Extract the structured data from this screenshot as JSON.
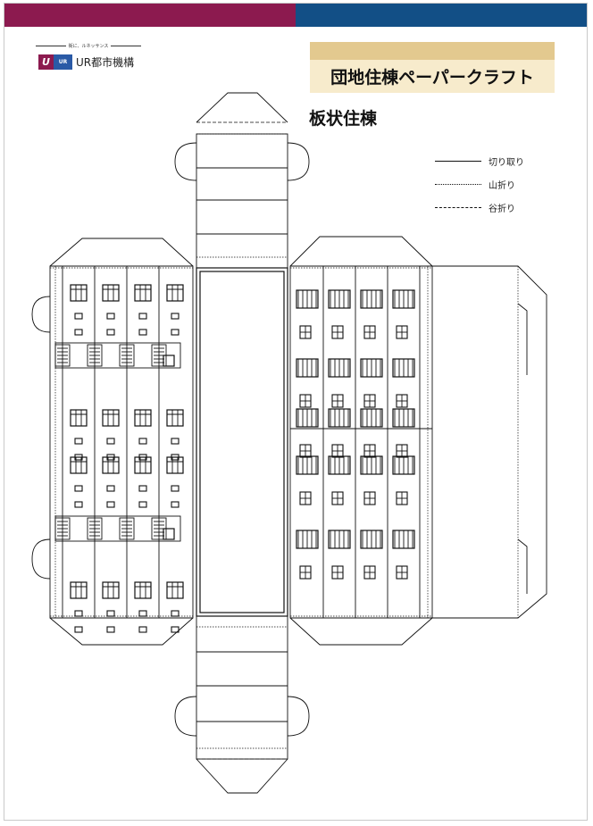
{
  "header": {
    "band_colors": {
      "left": "#8c1a4f",
      "right": "#124f86"
    },
    "tagline": "街に、ルネッサンス",
    "logo": {
      "mark_left_glyph": "U",
      "mark_right_text": "UR",
      "name": "UR都市機構",
      "mark_colors": {
        "left": "#8c1a4f",
        "right": "#2a5aa6"
      }
    }
  },
  "title": {
    "text": "団地住棟ペーパークラフト",
    "stripe_color": "#e3c98f",
    "box_color": "#f7ebcc"
  },
  "subtitle": "板状住棟",
  "legend": [
    {
      "label": "切り取り",
      "line_style": "solid"
    },
    {
      "label": "山折り",
      "line_style": "dotted"
    },
    {
      "label": "谷折り",
      "line_style": "dash-dot"
    }
  ],
  "craft": {
    "line_color": "#111111"
  }
}
